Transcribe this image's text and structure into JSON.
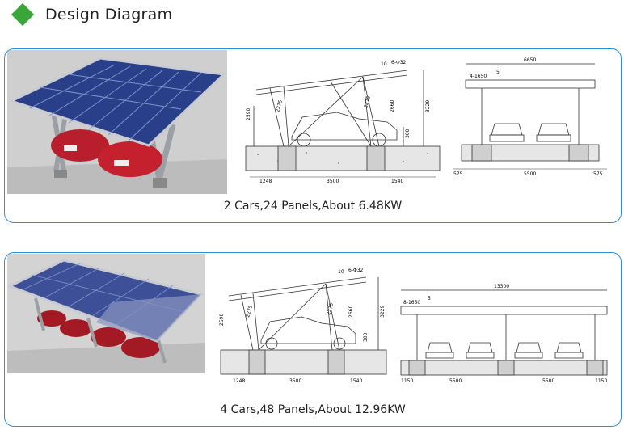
{
  "header": {
    "title": "Design Diagram",
    "accent": "#3aa63a"
  },
  "border_color": "#2b8fd6",
  "panels": [
    {
      "caption": "2 Cars,24 Panels,About 6.48KW",
      "side": {
        "d1": "10",
        "d2": "6-Φ32",
        "h1": "2590",
        "h2": "2275",
        "h3": "2275",
        "h4": "2660",
        "h5": "3229",
        "h6": "300",
        "w1": "1248",
        "w2": "3500",
        "w3": "1540"
      },
      "front": {
        "top": "6650",
        "sub": "4-1650",
        "n": "5",
        "l": "575",
        "m": "5500",
        "r": "575"
      }
    },
    {
      "caption": "4 Cars,48 Panels,About 12.96KW",
      "side": {
        "d1": "10",
        "d2": "6-Φ32",
        "h1": "2590",
        "h2": "2275",
        "h3": "2275",
        "h4": "2660",
        "h5": "3229",
        "h6": "300",
        "w1": "1248",
        "w2": "3500",
        "w3": "1540"
      },
      "front": {
        "top": "13300",
        "sub": "8-1650",
        "n": "5",
        "l": "1150",
        "m1": "5500",
        "m2": "5500",
        "r": "1150"
      }
    }
  ]
}
